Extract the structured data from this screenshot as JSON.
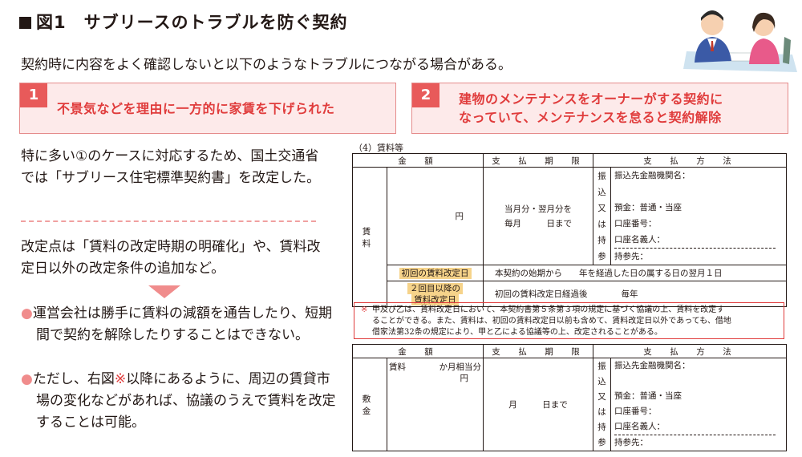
{
  "header": {
    "fig_title": "図1　サブリースのトラブルを防ぐ契約",
    "intro": "契約時に内容をよく確認しないと以下のようなトラブルにつながる場合がある。"
  },
  "boxes": [
    {
      "num": "1",
      "line1": "不景気などを理由に一方的に家賃を下げられた",
      "line2": ""
    },
    {
      "num": "2",
      "line1": "建物のメンテナンスをオーナーがする契約に",
      "line2": "なっていて、メンテナンスを怠ると契約解除"
    }
  ],
  "left": {
    "para1": "特に多い①のケースに対応するため、国土交通省では「サブリース住宅標準契約書」を改定した。",
    "para2": "改定点は「賃料の改定時期の明確化」や、賃料改定日以外の改定条件の追加など。",
    "bullet_mark": "●",
    "bullet1": "運営会社は勝手に賃料の減額を通告したり、短期間で契約を解除したりすることはできない。",
    "bullet2_a": "ただし、右図",
    "bullet2_mark": "※",
    "bullet2_b": "以降にあるように、周辺の賃貸市場の変化などがあれば、協議のうえで賃料を改定することは可能。"
  },
  "form": {
    "section": "（4）賃料等",
    "col_amount": "金　額",
    "col_period": "支　払　期　限",
    "col_method": "支　払　方　法",
    "rent_label": "賃　料",
    "yen": "円",
    "period1": "当月分・翌月分を",
    "period2": "毎月　　　日まで",
    "vert_chars": [
      "振",
      "込",
      "又",
      "は",
      "持",
      "参"
    ],
    "bank": [
      "振込先金融機関名：",
      "",
      "預金：普通・当座",
      "口座番号：",
      "口座名義人：",
      "持参先："
    ],
    "first_revision_label": "初回の賃料改定日",
    "first_revision_text": "本契約の始期から　　年を経過した日の属する日の翌月１日",
    "later_revision_label1": "２回目以降の",
    "later_revision_label2": "賃料改定日",
    "later_revision_text": "初回の賃料改定日経過後　　　　毎年",
    "note_mark": "※",
    "note_line1": "甲及び乙は、賃料改定日において、本契約書第５条第３項の規定に基づく協議の上、賃料を改定す",
    "note_line2": "ることができる。また、賃料は、初回の賃料改定日以前も含めて、賃料改定日以外であっても、借地",
    "note_line3": "借家法第32条の規定により、甲と乙による協議等の上、改定されることがある。",
    "deposit_label": "敷　金",
    "deposit_rent": "賃料",
    "deposit_months": "か月相当分",
    "deposit_yen": "円",
    "deposit_period": "月　　　日まで"
  },
  "colors": {
    "accent_red": "#e03c3c",
    "box_bg": "#fdeaea",
    "highlight": "#f6d38a"
  }
}
